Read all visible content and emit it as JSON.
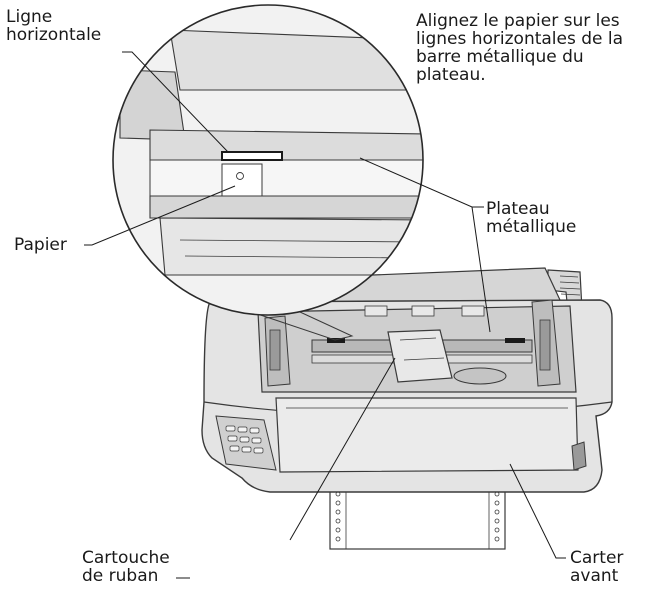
{
  "instruction": {
    "line1": "Alignez le papier sur les",
    "line2": "lignes horizontales de la",
    "line3": "barre métallique du",
    "line4": "plateau."
  },
  "callouts": {
    "horizontal_line": {
      "line1": "Ligne",
      "line2": "horizontale"
    },
    "paper": {
      "line1": "Papier"
    },
    "metal_platen": {
      "line1": "Plateau",
      "line2": "métallique"
    },
    "ribbon_cartridge": {
      "line1": "Cartouche",
      "line2": "de ruban"
    },
    "front_cover": {
      "line1": "Carter",
      "line2": "avant"
    }
  },
  "colors": {
    "body_fill": "#e4e4e4",
    "body_dark": "#c8c8c8",
    "inner_fill": "#d2d2d2",
    "outline": "#3a3a3a",
    "leader": "#1a1a1a"
  }
}
